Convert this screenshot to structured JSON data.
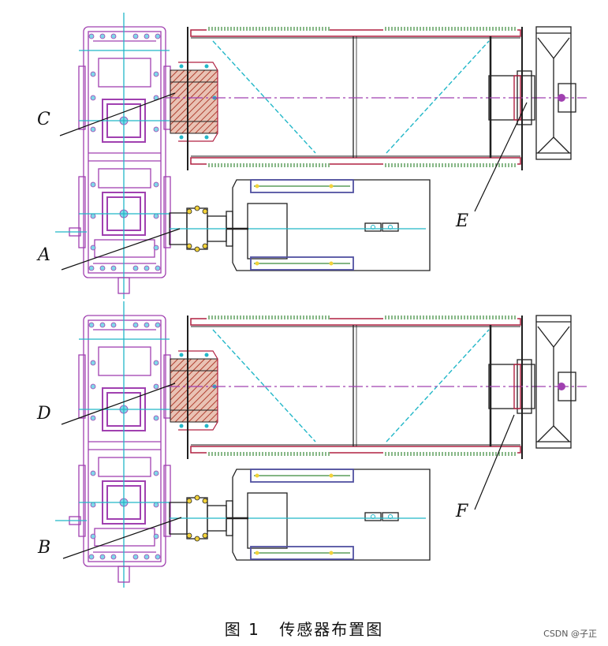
{
  "labels": {
    "A": "A",
    "B": "B",
    "C": "C",
    "D": "D",
    "E": "E",
    "F": "F"
  },
  "caption": {
    "figure_no": "图 1",
    "title": "传感器布置图"
  },
  "watermark": "CSDN @子正",
  "colors": {
    "gearbox": "#a040b0",
    "axis": "#22b7c8",
    "outline": "#202020",
    "coil": "#3a8a3a",
    "drum_red": "#b02040",
    "hatch": "#b04030",
    "motor_frame": "#5050a0"
  }
}
